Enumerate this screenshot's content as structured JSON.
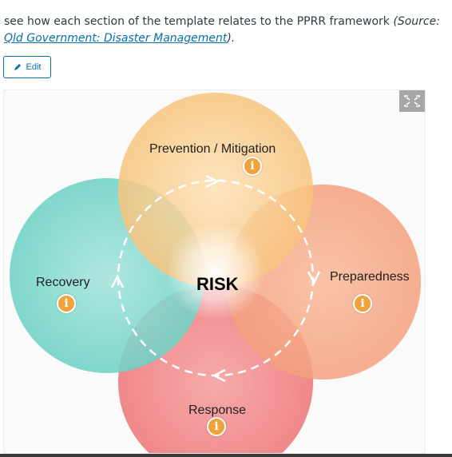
{
  "intro": {
    "text": "see how each section of the template relates to the PPRR framework ",
    "source_prefix": "(Source: ",
    "link_text": "Qld Government: Disaster Management",
    "source_suffix": ")."
  },
  "edit_button": {
    "label": "Edit"
  },
  "diagram": {
    "center_label": "RISK",
    "sections": [
      {
        "label": "Prevention / Mitigation",
        "color": "#f9c57e"
      },
      {
        "label": "Preparedness",
        "color": "#f5a07a"
      },
      {
        "label": "Response",
        "color": "#ef7e7e"
      },
      {
        "label": "Recovery",
        "color": "#6fd2c5"
      }
    ],
    "info_glyph": "i",
    "info_color": "#f0a23c"
  }
}
